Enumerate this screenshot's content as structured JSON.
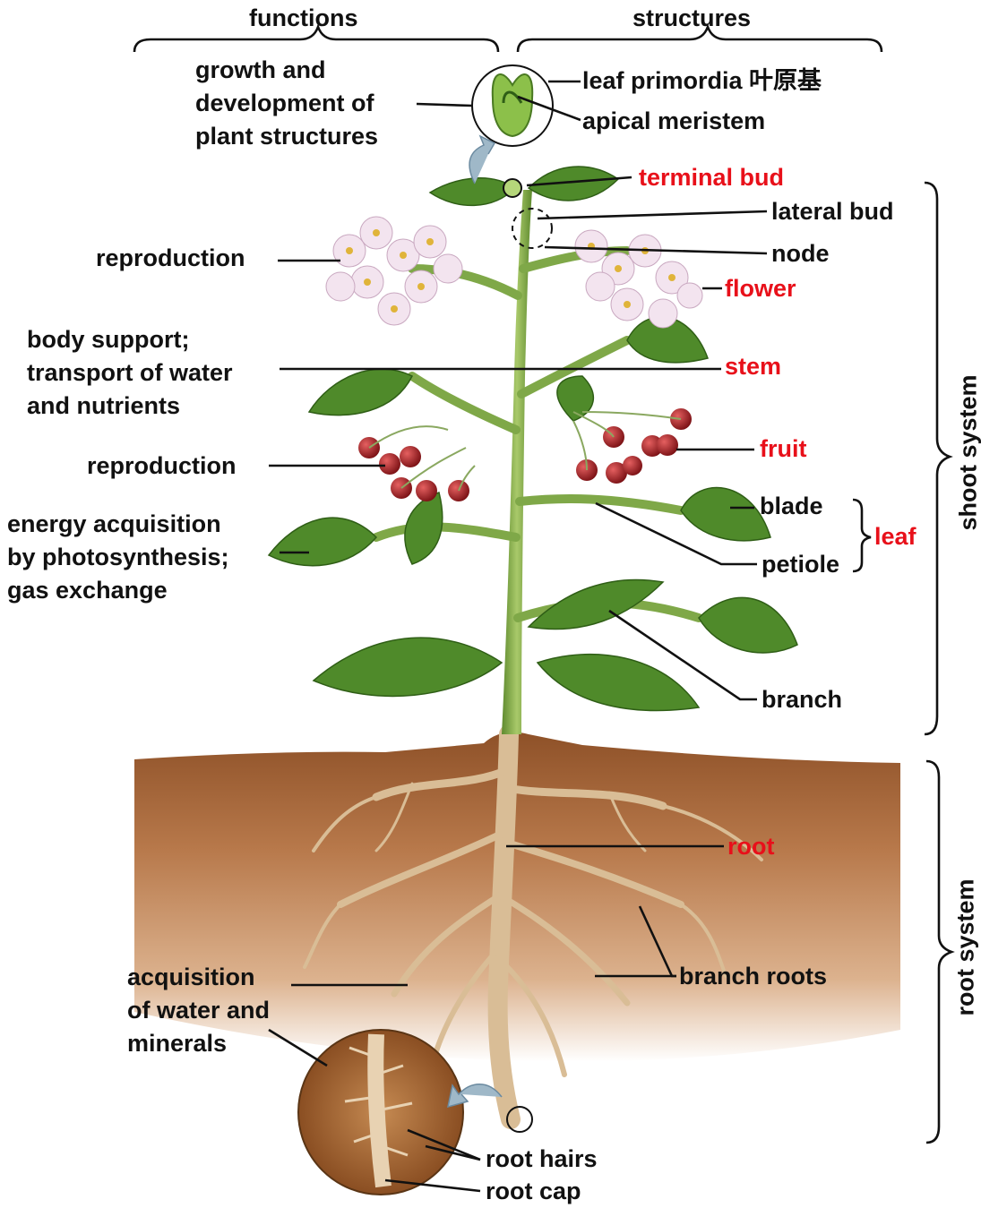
{
  "headers": {
    "functions": "functions",
    "structures": "structures"
  },
  "functions": {
    "growth": [
      "growth and",
      "development of",
      "plant structures"
    ],
    "reproduction_flower": "reproduction",
    "support": [
      "body support;",
      "transport of water",
      "and nutrients"
    ],
    "reproduction_fruit": "reproduction",
    "energy": [
      "energy acquisition",
      "by photosynthesis;",
      "gas exchange"
    ],
    "acquisition": [
      "acquisition",
      "of water and",
      "minerals"
    ]
  },
  "structures": {
    "leaf_primordia": "leaf primordia 叶原基",
    "apical_meristem": "apical meristem",
    "terminal_bud": "terminal bud",
    "lateral_bud": "lateral bud",
    "node": "node",
    "flower": "flower",
    "stem": "stem",
    "fruit": "fruit",
    "blade": "blade",
    "petiole": "petiole",
    "leaf": "leaf",
    "branch": "branch",
    "root": "root",
    "branch_roots": "branch roots",
    "root_hairs": "root hairs",
    "root_cap": "root cap"
  },
  "systems": {
    "shoot": "shoot system",
    "root": "root system"
  },
  "colors": {
    "highlight_text": "#e8101a",
    "leaf": "#4f8a2a",
    "stem": "#7fa848",
    "soil": "#a8683a",
    "root": "#dcc19c",
    "flower": "#f3e4ef",
    "fruit": "#9c1b1e"
  }
}
